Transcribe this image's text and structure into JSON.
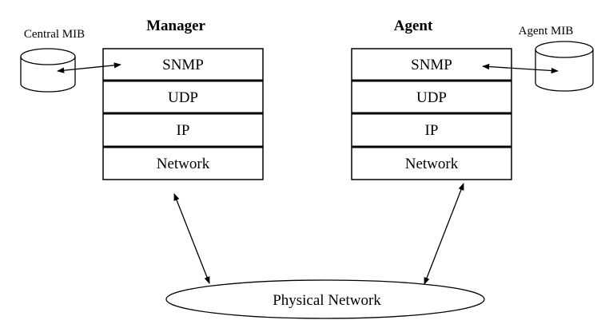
{
  "manager": {
    "title": "Manager",
    "layers": [
      "SNMP",
      "UDP",
      "IP",
      "Network"
    ],
    "mib_label": "Central MIB"
  },
  "agent": {
    "title": "Agent",
    "layers": [
      "SNMP",
      "UDP",
      "IP",
      "Network"
    ],
    "mib_label": "Agent MIB"
  },
  "physical_network": {
    "label": "Physical Network"
  }
}
